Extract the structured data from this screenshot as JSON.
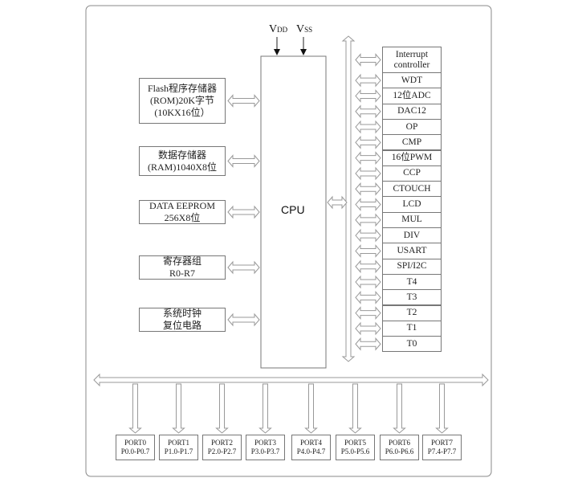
{
  "cpu": {
    "label": "CPU"
  },
  "power": [
    {
      "main": "V",
      "sub": "DD"
    },
    {
      "main": "V",
      "sub": "SS"
    }
  ],
  "memory_blocks": [
    {
      "lines": [
        "Flash程序存储器",
        "(ROM)20K字节",
        "(10KX16位）"
      ]
    },
    {
      "lines": [
        "数据存储器",
        "(RAM)1040X8位"
      ]
    },
    {
      "lines": [
        "DATA EEPROM",
        "256X8位"
      ]
    },
    {
      "lines": [
        "寄存器组",
        "R0-R7"
      ]
    },
    {
      "lines": [
        "系统时钟",
        "复位电路"
      ]
    }
  ],
  "peripherals": [
    {
      "lines": [
        "Interrupt",
        "controller"
      ]
    },
    {
      "lines": [
        "WDT"
      ]
    },
    {
      "lines": [
        "12位ADC"
      ]
    },
    {
      "lines": [
        "DAC12"
      ]
    },
    {
      "lines": [
        "OP"
      ]
    },
    {
      "lines": [
        "CMP"
      ]
    },
    {
      "lines": [
        "16位PWM"
      ]
    },
    {
      "lines": [
        "CCP"
      ]
    },
    {
      "lines": [
        "CTOUCH"
      ]
    },
    {
      "lines": [
        "LCD"
      ]
    },
    {
      "lines": [
        "MUL"
      ]
    },
    {
      "lines": [
        "DIV"
      ]
    },
    {
      "lines": [
        "USART"
      ]
    },
    {
      "lines": [
        "SPI/I2C"
      ]
    },
    {
      "lines": [
        "T4"
      ]
    },
    {
      "lines": [
        "T3"
      ]
    },
    {
      "lines": [
        "T2"
      ]
    },
    {
      "lines": [
        "T1"
      ]
    },
    {
      "lines": [
        "T0"
      ]
    }
  ],
  "ports": [
    {
      "lines": [
        "PORT0",
        "P0.0-P0.7"
      ]
    },
    {
      "lines": [
        "PORT1",
        "P1.0-P1.7"
      ]
    },
    {
      "lines": [
        "PORT2",
        "P2.0-P2.7"
      ]
    },
    {
      "lines": [
        "PORT3",
        "P3.0-P3.7"
      ]
    },
    {
      "lines": [
        "PORT4",
        "P4.0-P4.7"
      ]
    },
    {
      "lines": [
        "PORT5",
        "P5.0-P5.6"
      ]
    },
    {
      "lines": [
        "PORT6",
        "P6.0-P6.6"
      ]
    },
    {
      "lines": [
        "PORT7",
        "P7.4-P7.7"
      ]
    }
  ]
}
